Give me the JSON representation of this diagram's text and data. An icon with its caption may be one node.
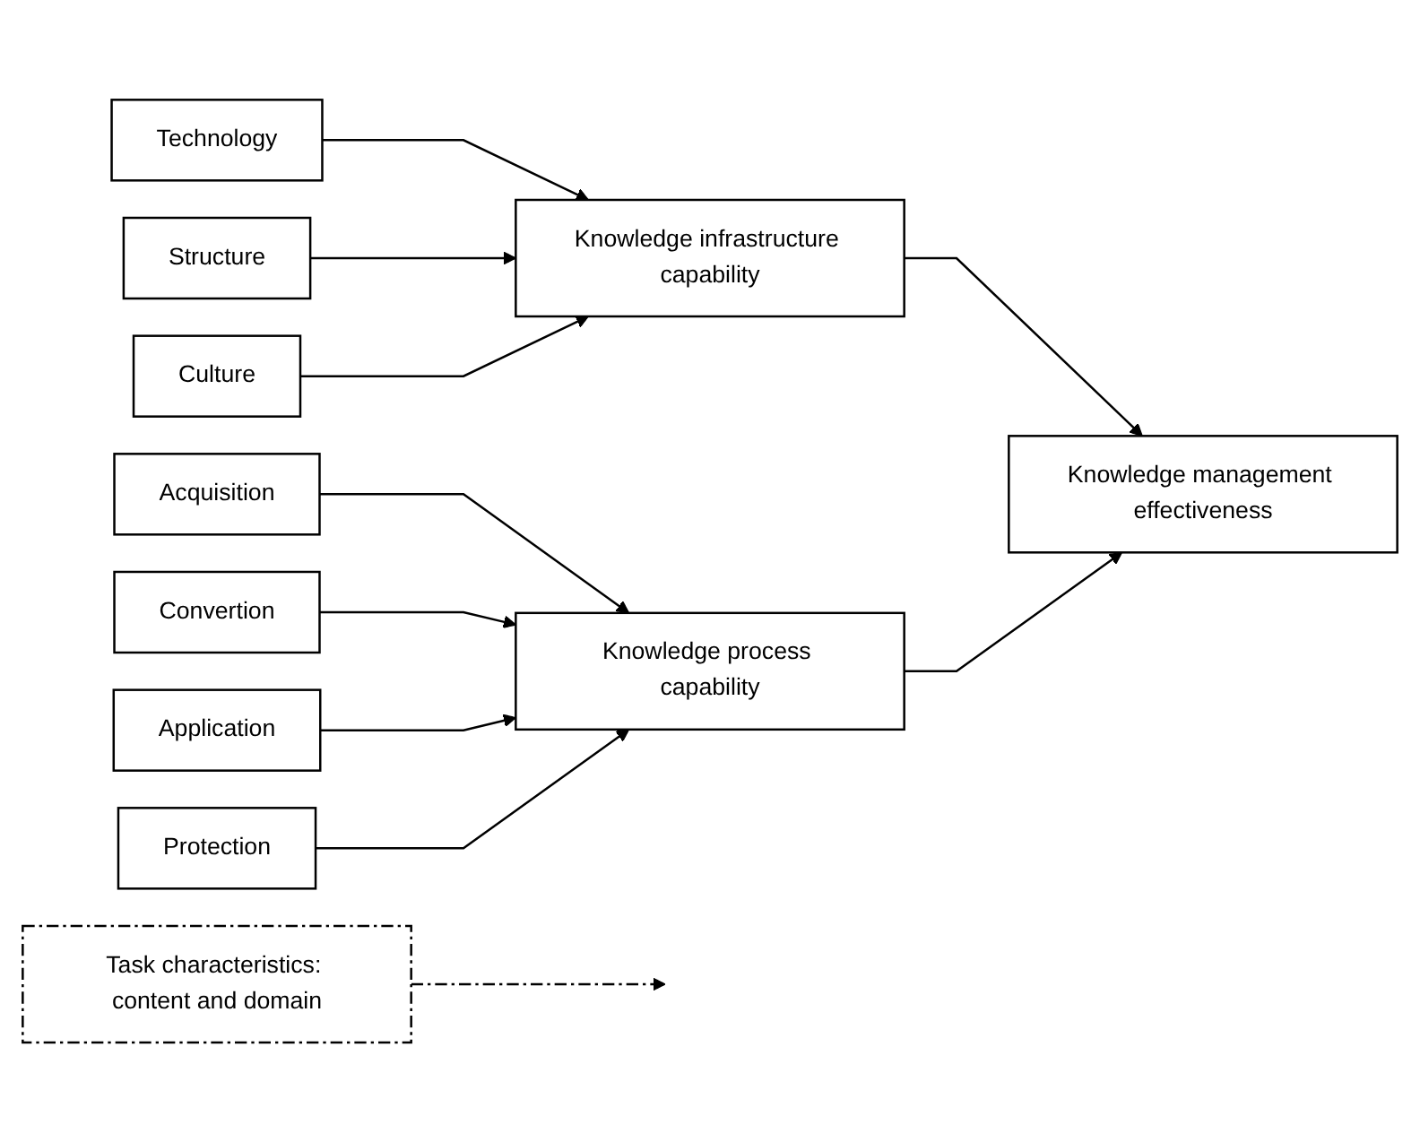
{
  "diagram": {
    "nodes": [
      {
        "text": [
          "Technology"
        ]
      },
      {
        "text": [
          "Structure"
        ]
      },
      {
        "text": [
          "Culture"
        ]
      },
      {
        "text": [
          "Knowledge infrastructure capability"
        ]
      },
      {
        "text": [
          "Acquisition"
        ]
      },
      {
        "text": [
          "Convertion"
        ]
      },
      {
        "text": [
          "Application"
        ]
      },
      {
        "text": [
          "Protection"
        ]
      },
      {
        "text": [
          "Knowledge process capability"
        ]
      },
      {
        "text": [
          "Knowledge management effectiveness"
        ]
      },
      {
        "text": [
          "Task characteristics: content and domain"
        ]
      }
    ],
    "edges": [
      {
        "from": 0,
        "to": 3,
        "arrow": "to"
      },
      {
        "from": 1,
        "to": 3,
        "arrow": "to"
      },
      {
        "from": 2,
        "to": 3,
        "arrow": "to"
      },
      {
        "from": 4,
        "to": 8,
        "arrow": "to"
      },
      {
        "from": 5,
        "to": 8,
        "arrow": "to"
      },
      {
        "from": 6,
        "to": 8,
        "arrow": "to"
      },
      {
        "from": 7,
        "to": 8,
        "arrow": "to"
      },
      {
        "from": 3,
        "to": 9,
        "arrow": "to"
      },
      {
        "from": 8,
        "to": 9,
        "arrow": "to"
      },
      {
        "from": 10,
        "to": null,
        "arrow": "to",
        "style": "dashed"
      }
    ]
  }
}
